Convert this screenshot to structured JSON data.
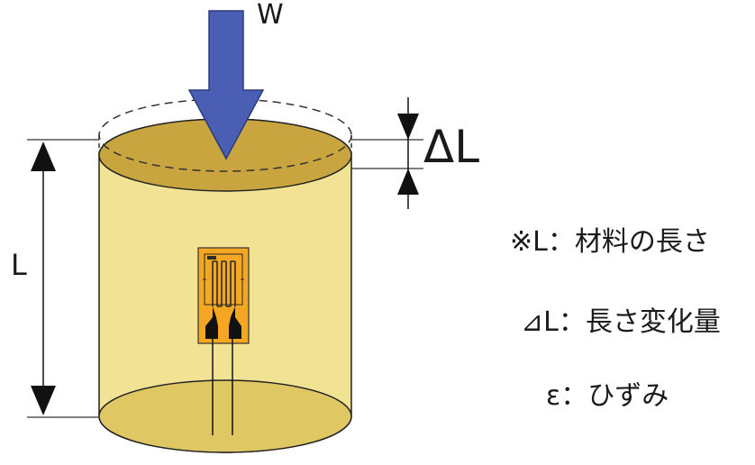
{
  "labels": {
    "load": "W",
    "delta_length": "ΔL",
    "length": "L"
  },
  "notes": [
    "※L：材料の長さ",
    "⊿L：長さ変化量",
    "ε：ひずみ"
  ],
  "colors": {
    "cylinder_body": "#f2e394",
    "cylinder_top": "#c8a53e",
    "cylinder_bottom": "#dfc763",
    "arrow": "#4a5fb4",
    "gauge_backing": "#f5a623",
    "gauge_grid": "#2b2b2b"
  }
}
